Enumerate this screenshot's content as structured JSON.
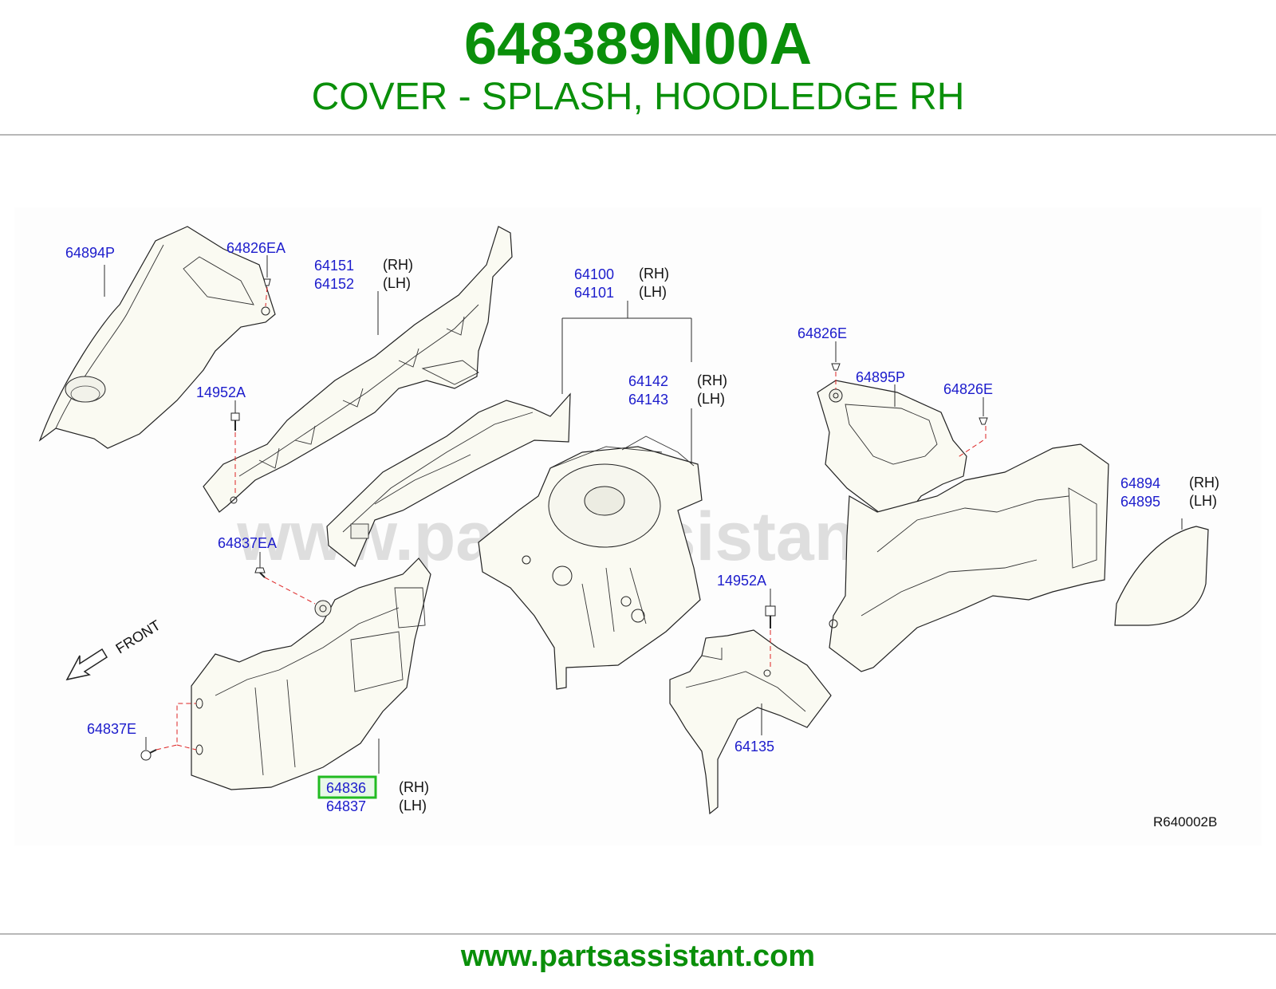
{
  "header": {
    "part_number": "648389N00A",
    "description": "COVER - SPLASH, HOODLEDGE RH"
  },
  "footer": {
    "url": "www.partsassistant.com"
  },
  "diagram": {
    "watermark": "www.partsassistant.com",
    "reference_code": "R640002B",
    "front_label": "FRONT",
    "highlight_color": "#22bb22",
    "accent_color": "#0a8f0a",
    "callout_color": "#1c1ccc",
    "callouts": {
      "c64894P": "64894P",
      "c64826EA": "64826EA",
      "c64151": "64151",
      "c64152": "64152",
      "c64151_side": "(RH)",
      "c64152_side": "(LH)",
      "c14952A_left": "14952A",
      "c64100": "64100",
      "c64101": "64101",
      "c64100_side": "(RH)",
      "c64101_side": "(LH)",
      "c64142": "64142",
      "c64143": "64143",
      "c64142_side": "(RH)",
      "c64143_side": "(LH)",
      "c64826E_top": "64826E",
      "c64895P": "64895P",
      "c64826E_right": "64826E",
      "c64894": "64894",
      "c64895": "64895",
      "c64894_side": "(RH)",
      "c64895_side": "(LH)",
      "c64837EA": "64837EA",
      "c14952A_right": "14952A",
      "c64837E": "64837E",
      "c64135": "64135",
      "c64836": "64836",
      "c64837": "64837",
      "c64836_side": "(RH)",
      "c64837_side": "(LH)"
    }
  }
}
